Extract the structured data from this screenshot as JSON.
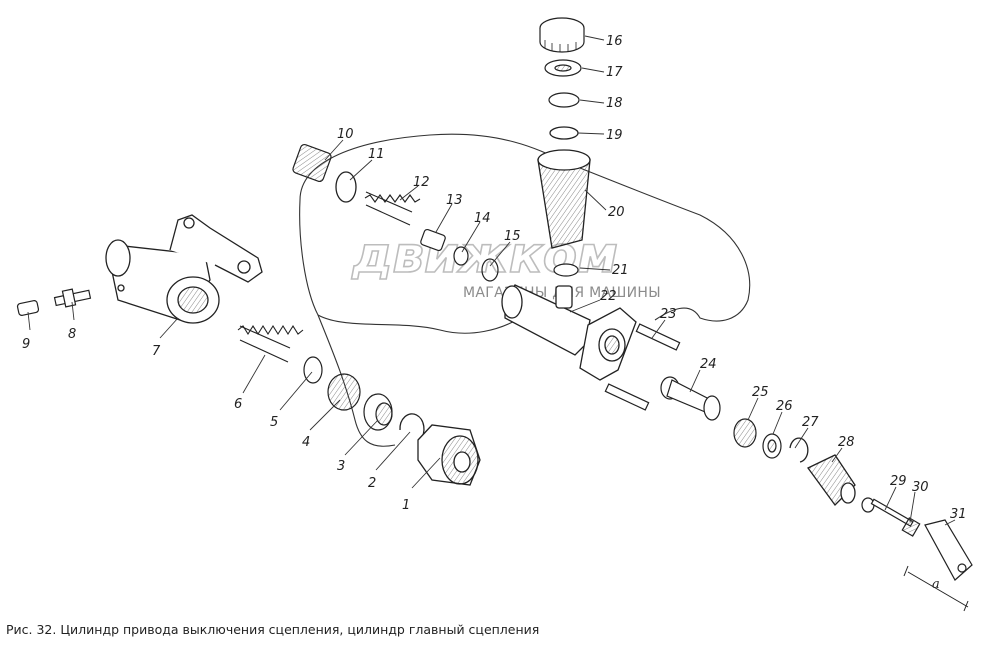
{
  "caption": "Рис. 32. Цилиндр привода выключения сцепления, цилиндр главный сцепления",
  "watermark": {
    "brand": "движком",
    "tagline": "МАГАЗИНЫ ДЛЯ МАШИНЫ"
  },
  "dimension_label": "a",
  "callouts": [
    "1",
    "2",
    "3",
    "4",
    "5",
    "6",
    "7",
    "8",
    "9",
    "10",
    "11",
    "12",
    "13",
    "14",
    "15",
    "16",
    "17",
    "18",
    "19",
    "20",
    "21",
    "22",
    "23",
    "24",
    "25",
    "26",
    "27",
    "28",
    "29",
    "30",
    "31"
  ]
}
